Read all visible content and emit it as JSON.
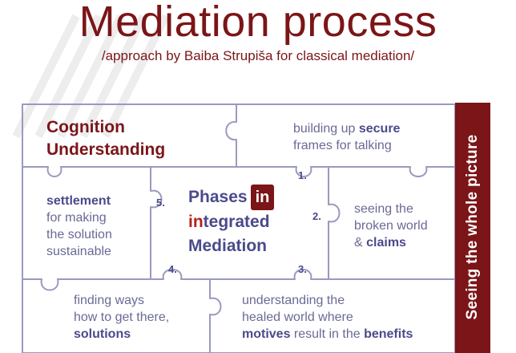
{
  "title": "Mediation process",
  "subtitle": "/approach by Baiba Strupiša for classical mediation/",
  "colors": {
    "dark_red": "#7b1518",
    "text_navy": "#4a4a8c",
    "text_soft": "#6a6a96",
    "puzzle_line": "#9a9abe"
  },
  "pieces": {
    "cognition": {
      "line1": "Cognition",
      "line2": "Understanding"
    },
    "secure": {
      "pre": "building up ",
      "bold": "secure",
      "line2": "frames for talking"
    },
    "settlement": {
      "bold": "settlement",
      "line2": "for making",
      "line3": "the solution",
      "line4": "sustainable"
    },
    "broken": {
      "line1": "seeing the",
      "line2": "broken world",
      "pre3": "& ",
      "bold3": "claims"
    },
    "center": {
      "phases": "Phases",
      "in_box": "in",
      "in_red": "in",
      "tegrated": "tegrated",
      "mediation": "Mediation"
    },
    "solutions": {
      "line1": "finding ways",
      "line2": "how to get there,",
      "bold3": "solutions"
    },
    "healed": {
      "line1": "understanding the",
      "line2": "healed world where",
      "bold3a": "motives",
      "mid3": " result in the ",
      "bold3b": "benefits"
    }
  },
  "step_numbers": [
    "1.",
    "2.",
    "3.",
    "4.",
    "5."
  ],
  "side_label": "Seeing the whole picture"
}
